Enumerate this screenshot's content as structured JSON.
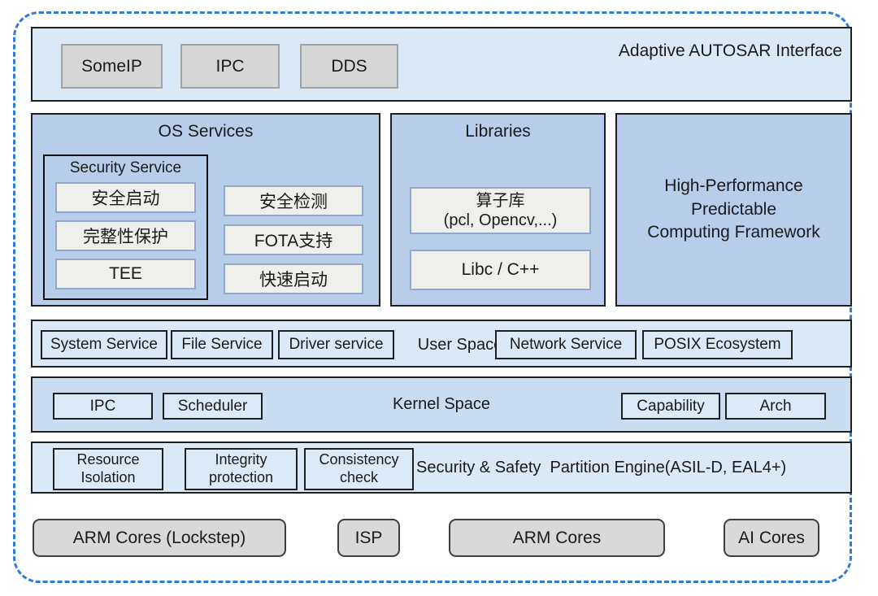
{
  "top_bar": {
    "title": "Adaptive AUTOSAR Interface",
    "chips": [
      "SomeIP",
      "IPC",
      "DDS"
    ]
  },
  "os_services": {
    "title": "OS Services",
    "security_service": {
      "title": "Security Service",
      "items": [
        "安全启动",
        "完整性保护",
        "TEE"
      ]
    },
    "items": [
      "安全检测",
      "FOTA支持",
      "快速启动"
    ]
  },
  "libraries": {
    "title": "Libraries",
    "operator_lib": {
      "line1": "算子库",
      "line2": "(pcl, Opencv,...)"
    },
    "libc": "Libc / C++"
  },
  "computing_framework": {
    "lines": [
      "High-Performance",
      "Predictable",
      "Computing Framework"
    ]
  },
  "user_space": {
    "label": "User Space",
    "left_items": [
      "System Service",
      "File Service",
      "Driver service"
    ],
    "right_items": [
      "Network Service",
      "POSIX Ecosystem"
    ]
  },
  "kernel_space": {
    "label": "Kernel Space",
    "left_items": [
      "IPC",
      "Scheduler"
    ],
    "right_items": [
      "Capability",
      "Arch"
    ]
  },
  "partition_engine": {
    "label": "Security & Safety  Partition Engine(ASIL-D, EAL4+)",
    "items": [
      {
        "line1": "Resource",
        "line2": "Isolation"
      },
      {
        "line1": "Integrity",
        "line2": "protection"
      },
      {
        "line1": "Consistency",
        "line2": "check"
      }
    ]
  },
  "hardware": {
    "items": [
      "ARM Cores (Lockstep)",
      "ISP",
      "ARM Cores",
      "AI Cores"
    ]
  },
  "colors": {
    "frame_dash_blue": "#2e7cd6",
    "light_blue": "#dbe8f5",
    "medium_blue": "#b7cde9",
    "kernel_blue": "#c9dcf0",
    "top_chip_gray": "#d6d6d6",
    "hardware_gray": "#d9d9d9",
    "inner_box_gray": "#efefec",
    "inner_border_blue": "#8fa9cd",
    "border_dark": "#1f1f1f"
  }
}
